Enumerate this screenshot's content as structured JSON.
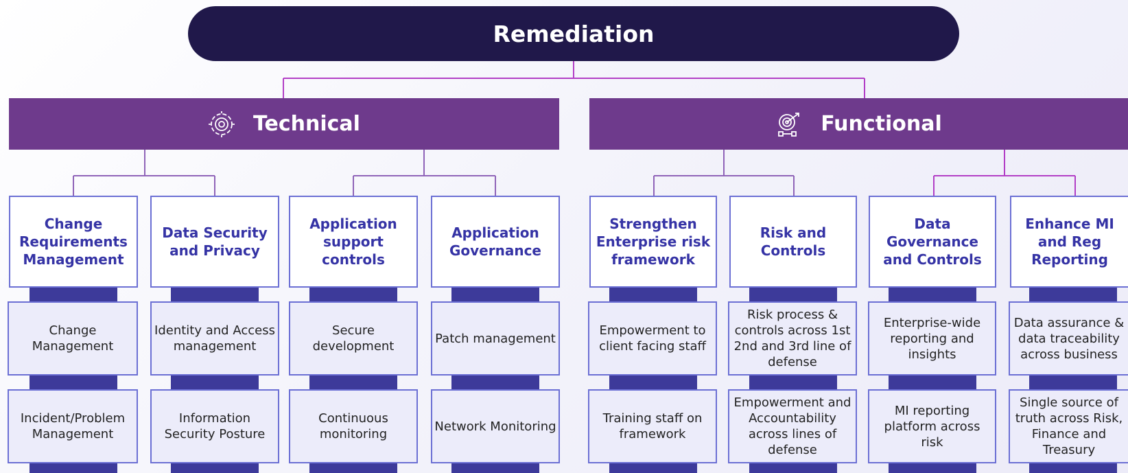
{
  "root": {
    "label": "Remediation"
  },
  "categories": [
    {
      "label": "Technical",
      "icon": "gear-cog-icon"
    },
    {
      "label": "Functional",
      "icon": "dartboard-target-icon"
    }
  ],
  "columns": [
    {
      "header": "Change Requirements Management",
      "items": [
        "Change Management",
        "Incident/Problem Management"
      ]
    },
    {
      "header": "Data Security and Privacy",
      "items": [
        "Identity and Access management",
        "Information Security Posture"
      ]
    },
    {
      "header": "Application support controls",
      "items": [
        "Secure development",
        "Continuous monitoring"
      ]
    },
    {
      "header": "Application Governance",
      "items": [
        "Patch management",
        "Network Monitoring"
      ]
    },
    {
      "header": "Strengthen Enterprise risk framework",
      "items": [
        "Empowerment to client facing staff",
        "Training staff on framework"
      ]
    },
    {
      "header": "Risk and Controls",
      "items": [
        "Risk process & controls across 1st 2nd and 3rd  line of defense",
        "Empowerment and Accountability across lines of defense"
      ]
    },
    {
      "header": "Data Governance and Controls",
      "items": [
        "Enterprise-wide reporting and insights",
        "MI reporting platform across risk"
      ]
    },
    {
      "header": "Enhance MI and Reg Reporting",
      "items": [
        "Data assurance & data traceability across business",
        "Single source of truth across  Risk, Finance and Treasury"
      ]
    }
  ],
  "colors": {
    "root": "#20184a",
    "category": "#6e3a8c",
    "header_text": "#3533a5",
    "item_bg": "#ececfa",
    "border": "#6b6fd4",
    "bar": "#3d3a9a",
    "connector_magenta": "#b23ec6",
    "connector_purple": "#8f63b8"
  }
}
